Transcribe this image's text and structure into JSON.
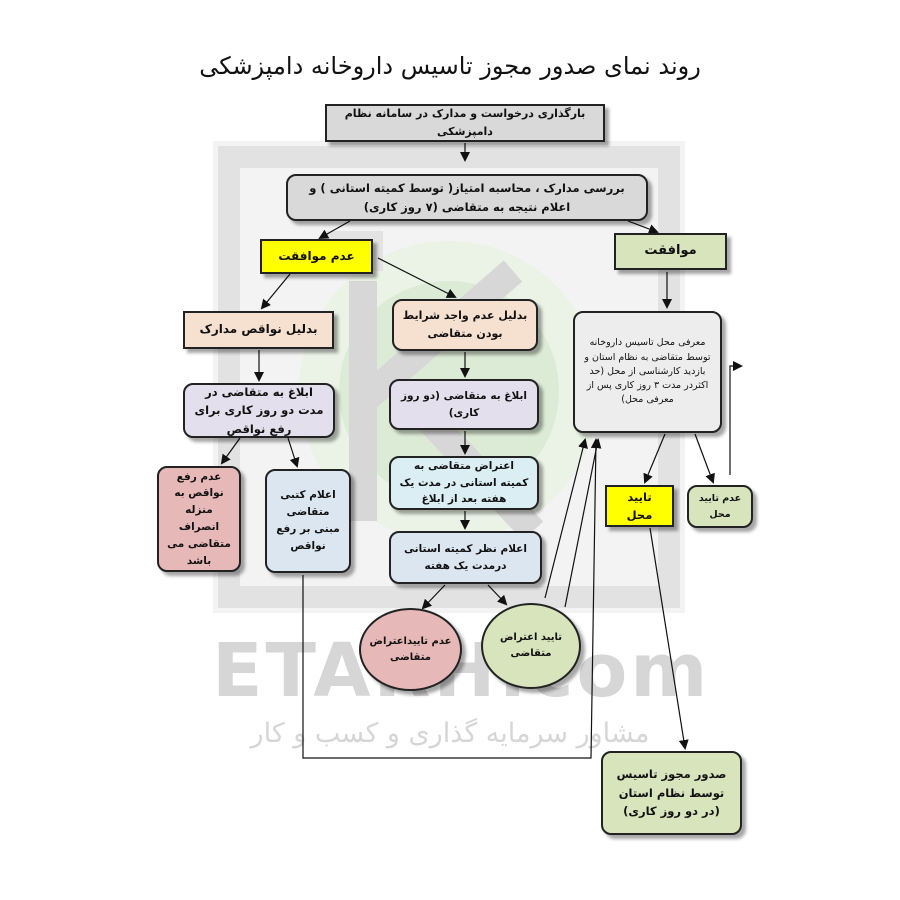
{
  "title": "روند نمای صدور مجوز تاسیس داروخانه دامپزشکی",
  "watermark": {
    "brand": "ETARH.com",
    "tagline": "مشاور سرمایه گذاری و کسب و کار"
  },
  "nodes": {
    "upload": "بارگذاری درخواست و مدارک در سامانه نظام دامپزشکی",
    "review": "بررسی مدارک ، محاسبه امتیاز( توسط کمیته استانی )  و اعلام نتیجه به متقاضی (۷ روز کاری)",
    "reject": "عدم موافقت",
    "approve": "موافقت",
    "missing_docs": "بدلیل نواقص مدارک",
    "not_qualified": "بدلیل عدم واجد شرایط  بودن متقاضی",
    "introduce_site": "معرفی محل تاسیس داروخانه توسط متقاضی به نظام استان و بازدید کارشناسی از محل (حد اکثردر مدت ۳ روز کاری پس از معرفی محل)",
    "notify_two_weeks": "ابلاغ به متقاضی  در مدت دو روز کاری برای رفع نواقص",
    "notify_two_days": "ابلاغ به متقاضی (دو روز کاری)",
    "no_fix": "عدم رفع نواقص به منزله انصراف متقاضی می باشد",
    "written_fix": "اعلام کتبی متقاضی مبنی بر رفع نواقص",
    "objection": "اعتراض متقاضی به کمیته استانی در مدت یک هفته بعد از ابلاغ",
    "committee_opinion": "اعلام نظر کمیته استانی درمدت یک هفته",
    "objection_rejected": "عدم تاییداعتراض متقاضی",
    "objection_approved": "تایید اعتراض متقاضی",
    "site_approved": "تایید محل",
    "site_not_approved": "عدم تایید محل",
    "license": "صدور مجوز تاسیس توسط نظام استان (در دو روز کاری)"
  },
  "colors": {
    "gray": "#d9d9d9",
    "light_gray": "#ededed",
    "yellow": "#ffff00",
    "green": "#d8e4bc",
    "peach": "#f6e0d0",
    "lavender": "#e4dfec",
    "blue_gray": "#dce6f1",
    "teal": "#daeef3",
    "pink": "#e6b9b8"
  }
}
